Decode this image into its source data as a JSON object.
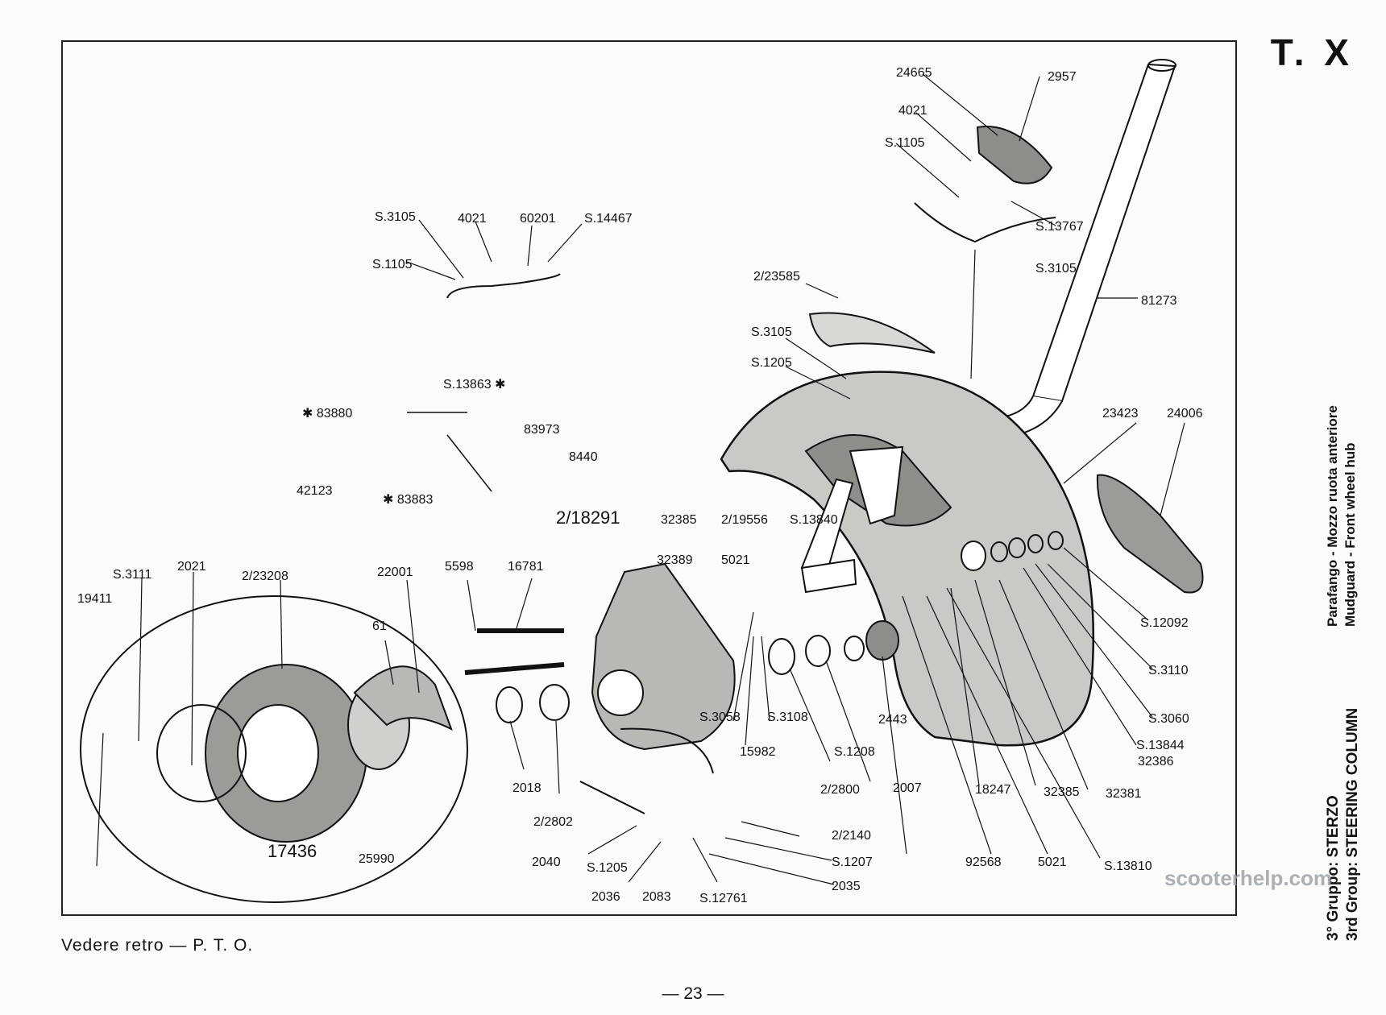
{
  "plate": "T. X",
  "page_number": "— 23 —",
  "bottom_note": "Vedere retro — P. T. O.",
  "description_it": "Parafango - Mozzo ruota anteriore",
  "description_en": "Mudguard - Front wheel hub",
  "group_it": "3° Gruppo: STERZO",
  "group_en": "3rd Group: STEERING COLUMN",
  "watermark": "scooterhelp.com",
  "part_labels": [
    "24665",
    "2957",
    "4021",
    "S.1105",
    "S.13767",
    "S.3105",
    "81273",
    "S.3105",
    "4021",
    "60201",
    "S.14467",
    "S.1105",
    "2/23585",
    "S.3105",
    "S.1205",
    "23423",
    "24006",
    "S.13863 ✱",
    "✱ 83880",
    "83973",
    "8440",
    "✱ 83883",
    "2/18291",
    "32385",
    "2/19556",
    "S.13840",
    "32389",
    "5021",
    "42123",
    "16781",
    "5598",
    "22001",
    "61",
    "S.3111",
    "2021",
    "2/23208",
    "19411",
    "S.12092",
    "S.3110",
    "S.3060",
    "S.13844",
    "32386",
    "S.3058",
    "S.3108",
    "15982",
    "S.1208",
    "2443",
    "2/2800",
    "2007",
    "2018",
    "2/2802",
    "17436",
    "25990",
    "18247",
    "32385",
    "32381",
    "92568",
    "5021",
    "S.13810",
    "2/2140",
    "S.1207",
    "2035",
    "2040",
    "S.1205",
    "2036",
    "2083",
    "S.12761"
  ]
}
